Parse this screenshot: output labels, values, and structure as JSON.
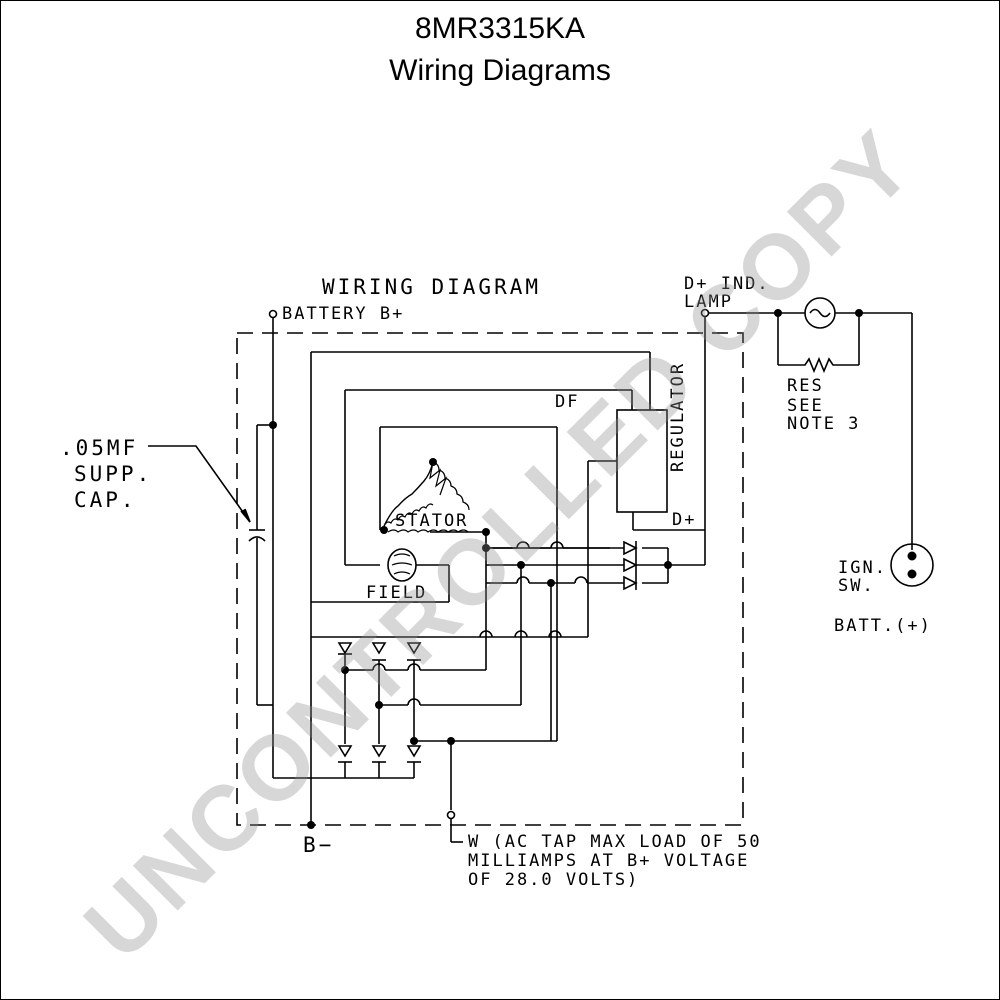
{
  "title": "8MR3315KA",
  "subtitle": "Wiring Diagrams",
  "diagram": {
    "heading": "WIRING DIAGRAM",
    "battery_b_plus": "BATTERY B+",
    "d_plus_lamp_line1": "D+ IND.",
    "d_plus_lamp_line2": "LAMP",
    "cap_line1": ".05MF",
    "cap_line2": "SUPP.",
    "cap_line3": "CAP.",
    "df": "DF",
    "regulator": "REGULATOR",
    "d_plus": "D+",
    "stator": "STATOR",
    "field": "FIELD",
    "res_line1": "RES",
    "res_line2": "SEE",
    "res_line3": "NOTE 3",
    "ign_line1": "IGN.",
    "ign_line2": "SW.",
    "batt": "BATT.(+)",
    "b_minus": "B−",
    "w_line1": "W (AC TAP MAX LOAD OF 50",
    "w_line2": "MILLIAMPS AT B+ VOLTAGE",
    "w_line3": "OF 28.0 VOLTS)"
  },
  "watermark": "UNCONTROLLED COPY"
}
